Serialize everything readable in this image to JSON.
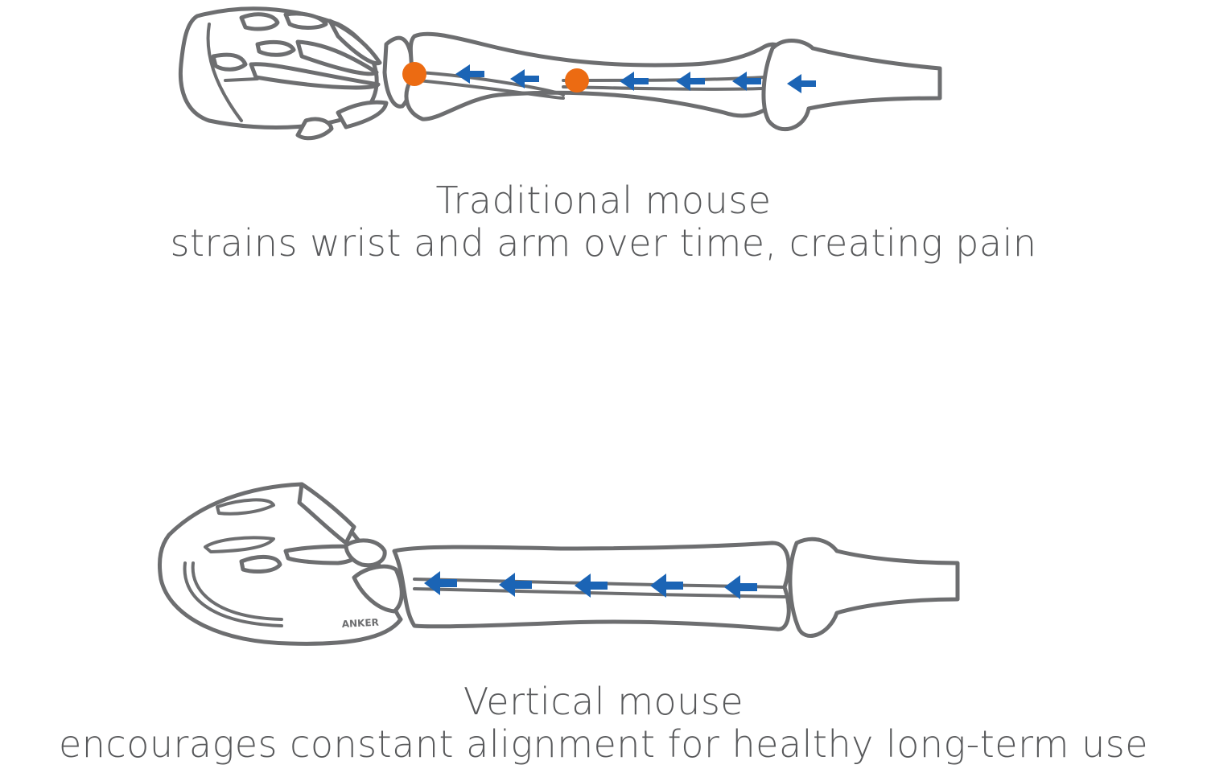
{
  "traditional": {
    "title": "Traditional mouse",
    "subtitle": "strains wrist and arm over time, creating pain"
  },
  "vertical": {
    "title": "Vertical mouse",
    "subtitle": "encourages constant alignment for healthy long-term use",
    "brand": "ANKER"
  },
  "colors": {
    "arrow": "#1b64b5",
    "pain_point": "#ec6b12",
    "outline": "#6d6e70",
    "text": "#58595b"
  }
}
